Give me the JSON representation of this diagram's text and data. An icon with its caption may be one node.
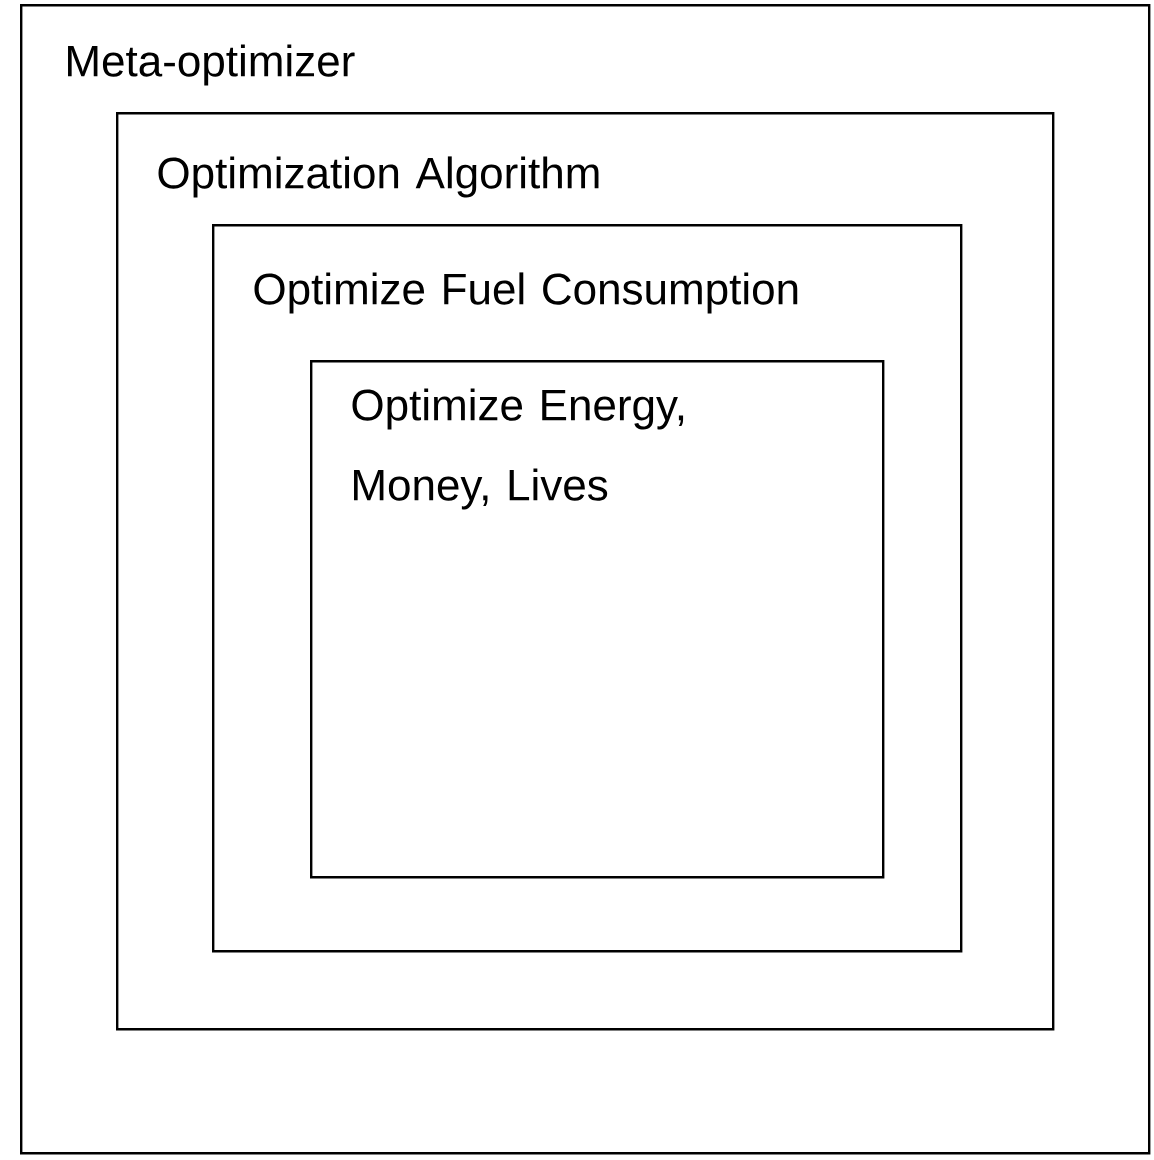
{
  "diagram": {
    "nodes": [
      {
        "text": [
          "Meta-optimizer"
        ]
      },
      {
        "text": [
          "Optimization Algorithm"
        ],
        "in": 0
      },
      {
        "text": [
          "Optimize Fuel Consumption"
        ],
        "in": 1
      },
      {
        "text": [
          "Optimize Energy, Money, Lives"
        ],
        "in": 2
      }
    ]
  }
}
